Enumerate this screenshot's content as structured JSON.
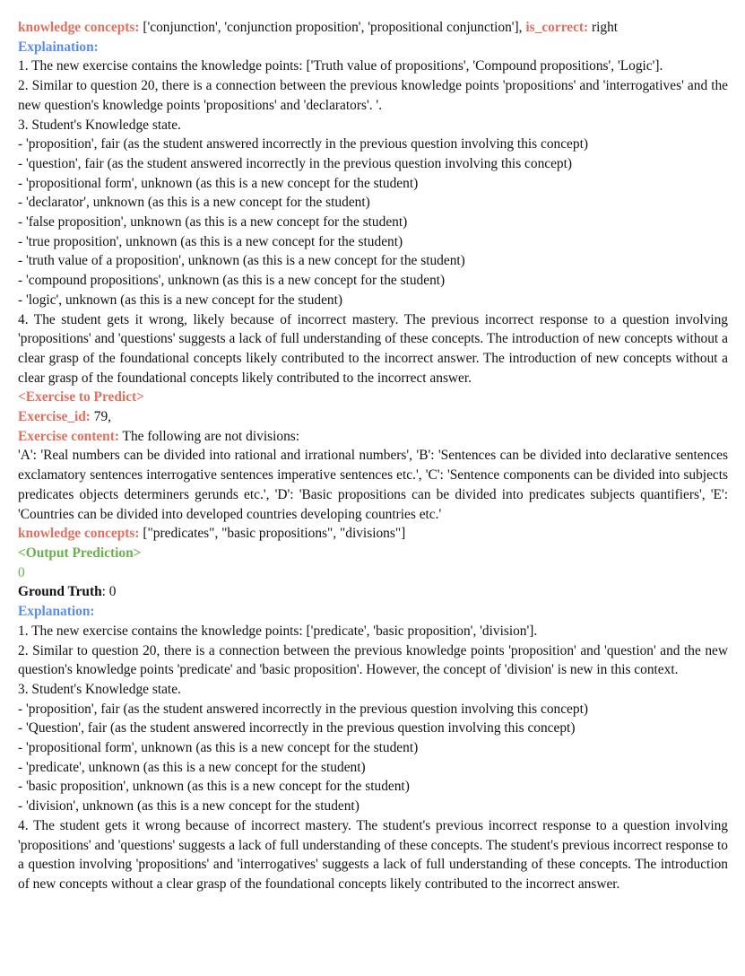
{
  "colors": {
    "label_red": "#e07060",
    "label_blue": "#5b8def",
    "label_green": "#6ab04c",
    "text": "#111111"
  },
  "top": {
    "kc_label": "knowledge concepts:",
    "kc_value": " ['conjunction', 'conjunction proposition', 'propositional conjunction'], ",
    "is_correct_label": "is_correct:",
    "is_correct_value": " right"
  },
  "explanation1": {
    "label": "Explaination:",
    "p1": "1. The new exercise contains the knowledge points: ['Truth value of propositions', 'Compound propositions', 'Logic'].",
    "p2": "2. Similar to question 20, there is a connection between the previous knowledge points 'propositions' and 'interrogatives' and the new question's knowledge points 'propositions' and 'declarators'. '.",
    "p3": "3. Student's Knowledge state.",
    "states": [
      "- 'proposition', fair (as the student answered incorrectly in the previous question involving this concept)",
      "- 'question', fair (as the student answered incorrectly in the previous question involving this concept)",
      "- 'propositional form', unknown (as this is a new concept for the student)",
      "- 'declarator', unknown (as this is a new concept for the student)",
      "- 'false proposition', unknown (as this is a new concept for the student)",
      "- 'true proposition', unknown (as this is a new concept for the student)",
      "- 'truth value of a proposition', unknown (as this is a new concept for the student)",
      "- 'compound propositions', unknown (as this is a new concept for the student)",
      "- 'logic', unknown (as this is a new concept for the student)"
    ],
    "p4": "4. The student gets it wrong, likely because of incorrect mastery. The previous incorrect response to a question involving 'propositions' and 'questions' suggests a lack of full understanding of these concepts. The introduction of new concepts without a clear grasp of the foundational concepts likely contributed to the incorrect answer. The introduction of new concepts without a clear grasp of the foundational concepts likely contributed to the incorrect answer."
  },
  "exercise": {
    "header": "<Exercise to Predict>",
    "id_label": "Exercise_id:",
    "id_value": " 79,",
    "content_label": "Exercise content:",
    "content_value": " The following are not divisions:",
    "options": "'A': 'Real numbers can be divided into rational and irrational numbers', 'B': 'Sentences can be divided into declarative sentences exclamatory sentences interrogative sentences imperative sentences etc.', 'C': 'Sentence components can be divided into subjects predicates objects determiners gerunds etc.', 'D': 'Basic propositions can be divided into predicates subjects quantifiers', 'E': 'Countries can be divided into developed countries developing countries etc.'",
    "kc_label": "knowledge concepts:",
    "kc_value": " [\"predicates\", \"basic propositions\", \"divisions\"]"
  },
  "output": {
    "header": "<Output Prediction>",
    "value": "0",
    "gt_label": "Ground Truth",
    "gt_value": ": 0"
  },
  "explanation2": {
    "label": "Explanation:",
    "p1": "1. The new exercise contains the knowledge points: ['predicate', 'basic proposition', 'division'].",
    "p2": "2. Similar to question 20, there is a connection between the previous knowledge points 'proposition' and 'question' and the new question's knowledge points 'predicate' and 'basic proposition'. However, the concept of 'division' is new in this context.",
    "p3": "3. Student's Knowledge state.",
    "states": [
      "- 'proposition', fair (as the student answered incorrectly in the previous question involving this concept)",
      "- 'Question', fair (as the student answered incorrectly in the previous question involving this concept)",
      "- 'propositional form', unknown (as this is a new concept for the student)",
      "- 'predicate', unknown (as this is a new concept for the student)",
      "- 'basic proposition', unknown (as this is a new concept for the student)",
      "- 'division', unknown (as this is a new concept for the student)"
    ],
    "p4": "4. The student gets it wrong because of incorrect mastery. The student's previous incorrect response to a question involving 'propositions' and 'questions' suggests a lack of full understanding of these concepts. The student's previous incorrect response to a question involving 'propositions' and 'interrogatives' suggests a lack of full understanding of these concepts. The introduction of new concepts without a clear grasp of the foundational concepts likely contributed to the incorrect answer."
  }
}
